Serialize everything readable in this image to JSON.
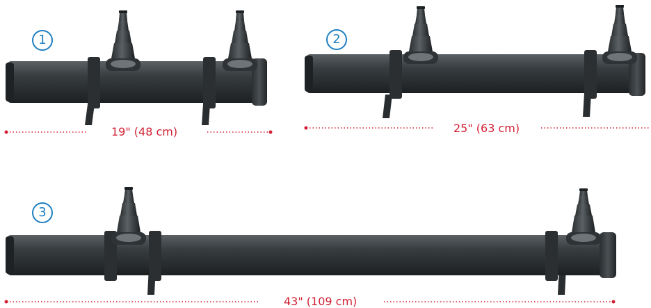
{
  "units": [
    {
      "number": "1",
      "length_label": "19\" (48 cm)"
    },
    {
      "number": "2",
      "length_label": "25\" (63 cm)"
    },
    {
      "number": "3",
      "length_label": "43\" (109 cm)"
    }
  ],
  "colors": {
    "badge_accent": "#1e7fc1",
    "dimension_accent": "#d21f33",
    "body": "#2f3336"
  }
}
